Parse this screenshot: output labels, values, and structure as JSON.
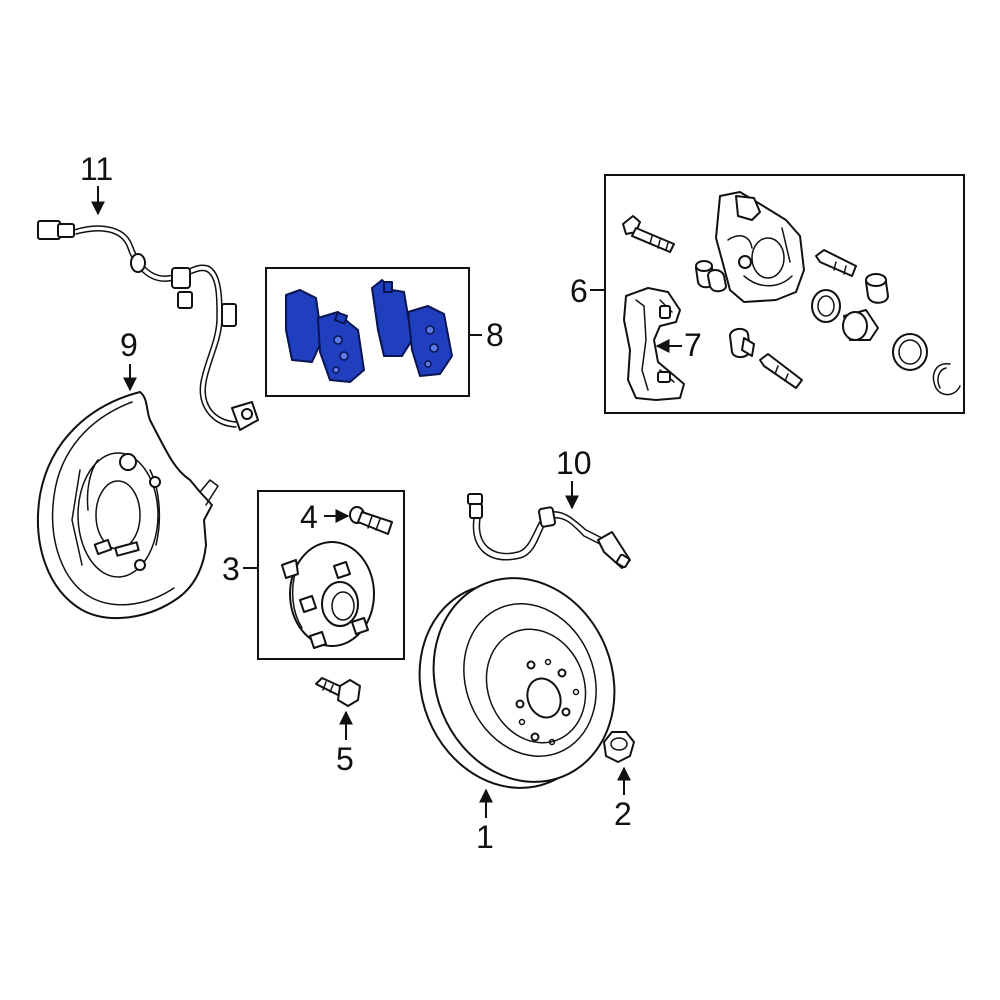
{
  "colors": {
    "highlight": "#1f3fbf",
    "line": "#111111",
    "background": "#ffffff"
  },
  "callouts": {
    "c1": "1",
    "c2": "2",
    "c3": "3",
    "c4": "4",
    "c5": "5",
    "c6": "6",
    "c7": "7",
    "c8": "8",
    "c9": "9",
    "c10": "10",
    "c11": "11"
  }
}
